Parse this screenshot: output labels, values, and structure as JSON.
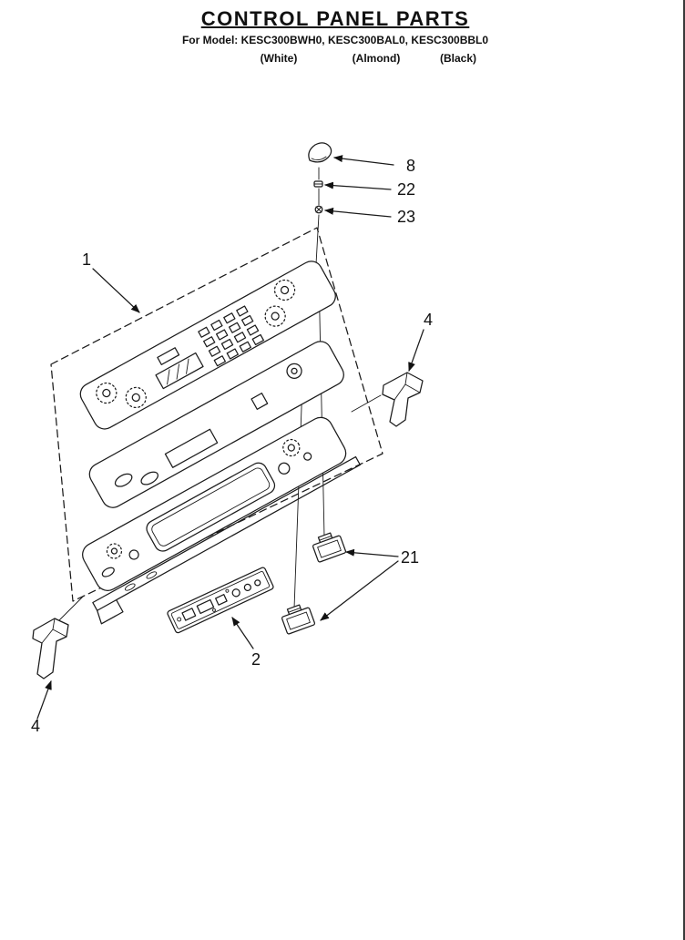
{
  "header": {
    "title": "CONTROL PANEL PARTS",
    "model_line": "For Model: KESC300BWH0, KESC300BAL0, KESC300BBL0",
    "variants": [
      "(White)",
      "(Almond)",
      "(Black)"
    ]
  },
  "callouts": [
    "8",
    "22",
    "23",
    "1",
    "4",
    "21",
    "2",
    "4"
  ]
}
